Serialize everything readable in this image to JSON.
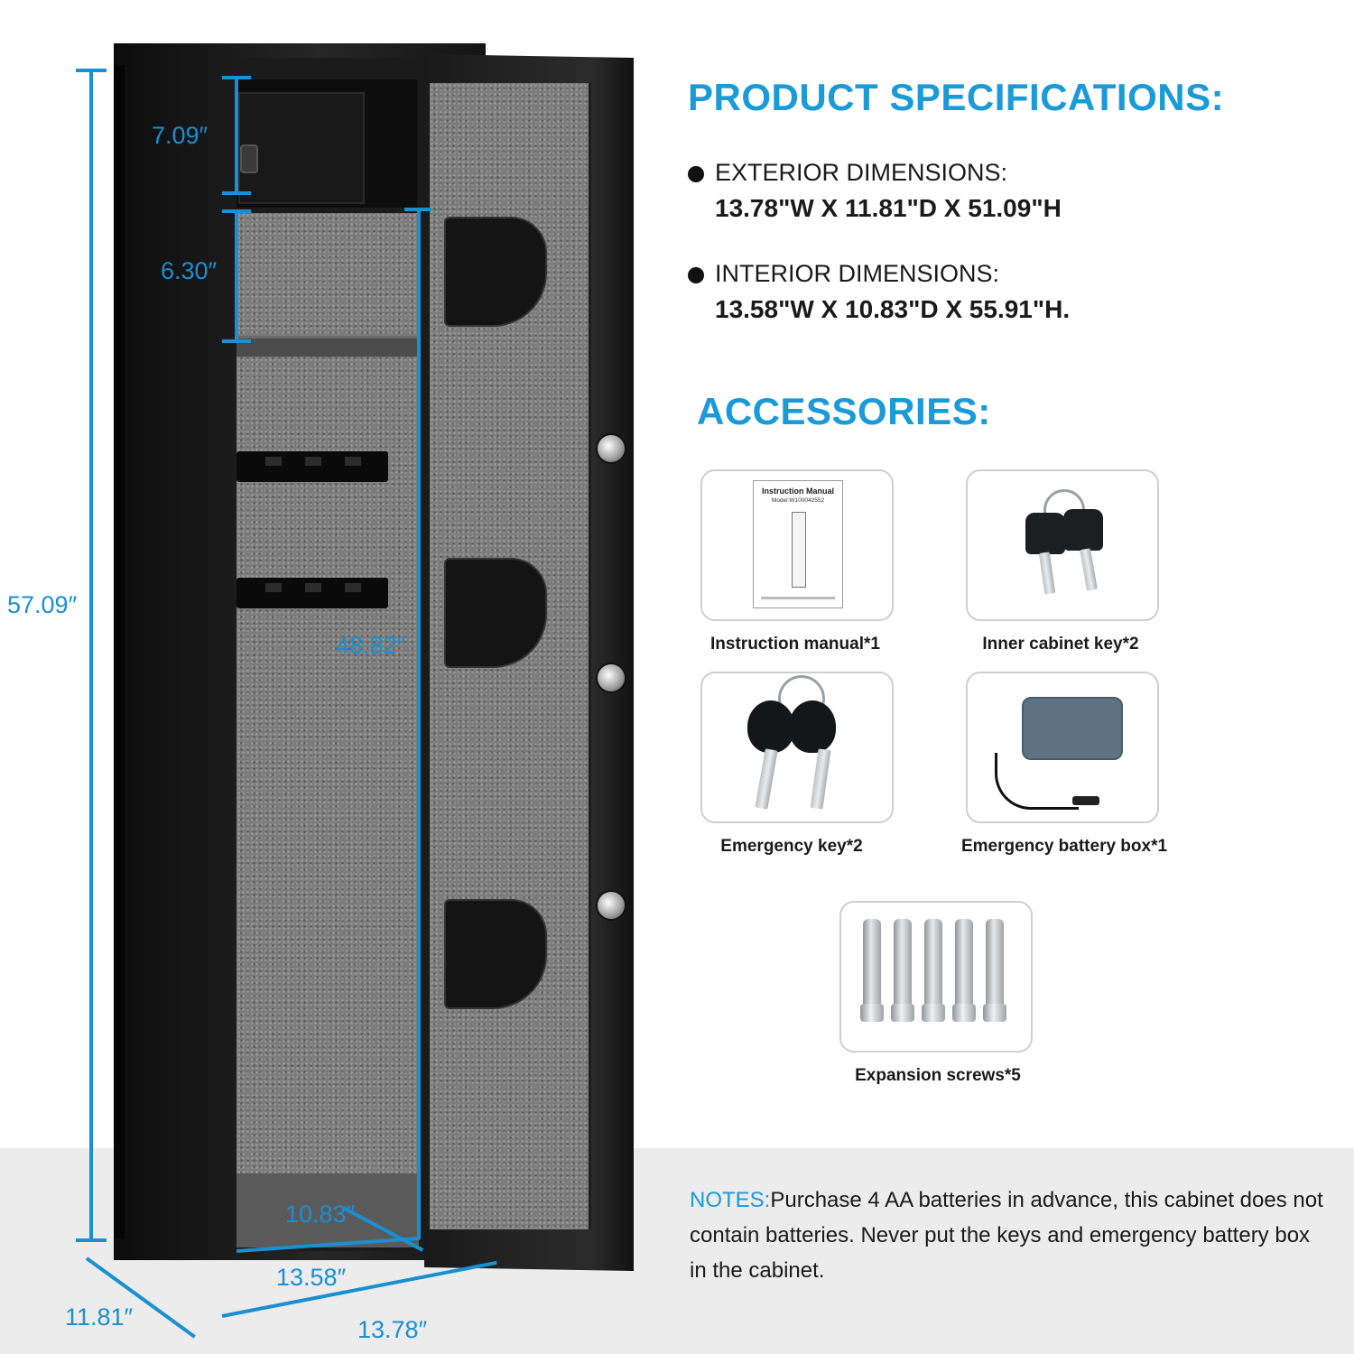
{
  "dimensions": {
    "top_box_height": "7.09″",
    "compartment_height": "6.30″",
    "total_height": "57.09″",
    "interior_height": "48.82″",
    "interior_depth": "10.83″",
    "interior_width": "13.58″",
    "exterior_depth": "11.81″",
    "exterior_width": "13.78″"
  },
  "specs": {
    "heading": "PRODUCT SPECIFICATIONS:",
    "items": [
      {
        "label": "EXTERIOR DIMENSIONS:",
        "value": "13.78\"W X 11.81\"D X 51.09\"H"
      },
      {
        "label": "INTERIOR DIMENSIONS:",
        "value": "13.58\"W X 10.83\"D X 55.91\"H."
      }
    ]
  },
  "accessories": {
    "heading": "ACCESSORIES:",
    "items": [
      {
        "label": "Instruction manual*1",
        "icon": "instruction-manual-icon"
      },
      {
        "label": "Inner cabinet key*2",
        "icon": "inner-cabinet-key-icon"
      },
      {
        "label": "Emergency key*2",
        "icon": "emergency-key-icon"
      },
      {
        "label": "Emergency battery box*1",
        "icon": "battery-box-icon"
      },
      {
        "label": "Expansion screws*5",
        "icon": "expansion-screw-icon"
      }
    ],
    "manual": {
      "title": "Instruction Manual",
      "model": "Model:W100042552"
    }
  },
  "notes": {
    "label": "NOTES:",
    "text": "Purchase 4 AA batteries in advance, this cabinet does not contain batteries. Never put the keys and emergency battery box in the cabinet."
  },
  "colors": {
    "accent": "#1a9ad6",
    "dimension": "#1a8fd1",
    "band": "#ececec"
  }
}
